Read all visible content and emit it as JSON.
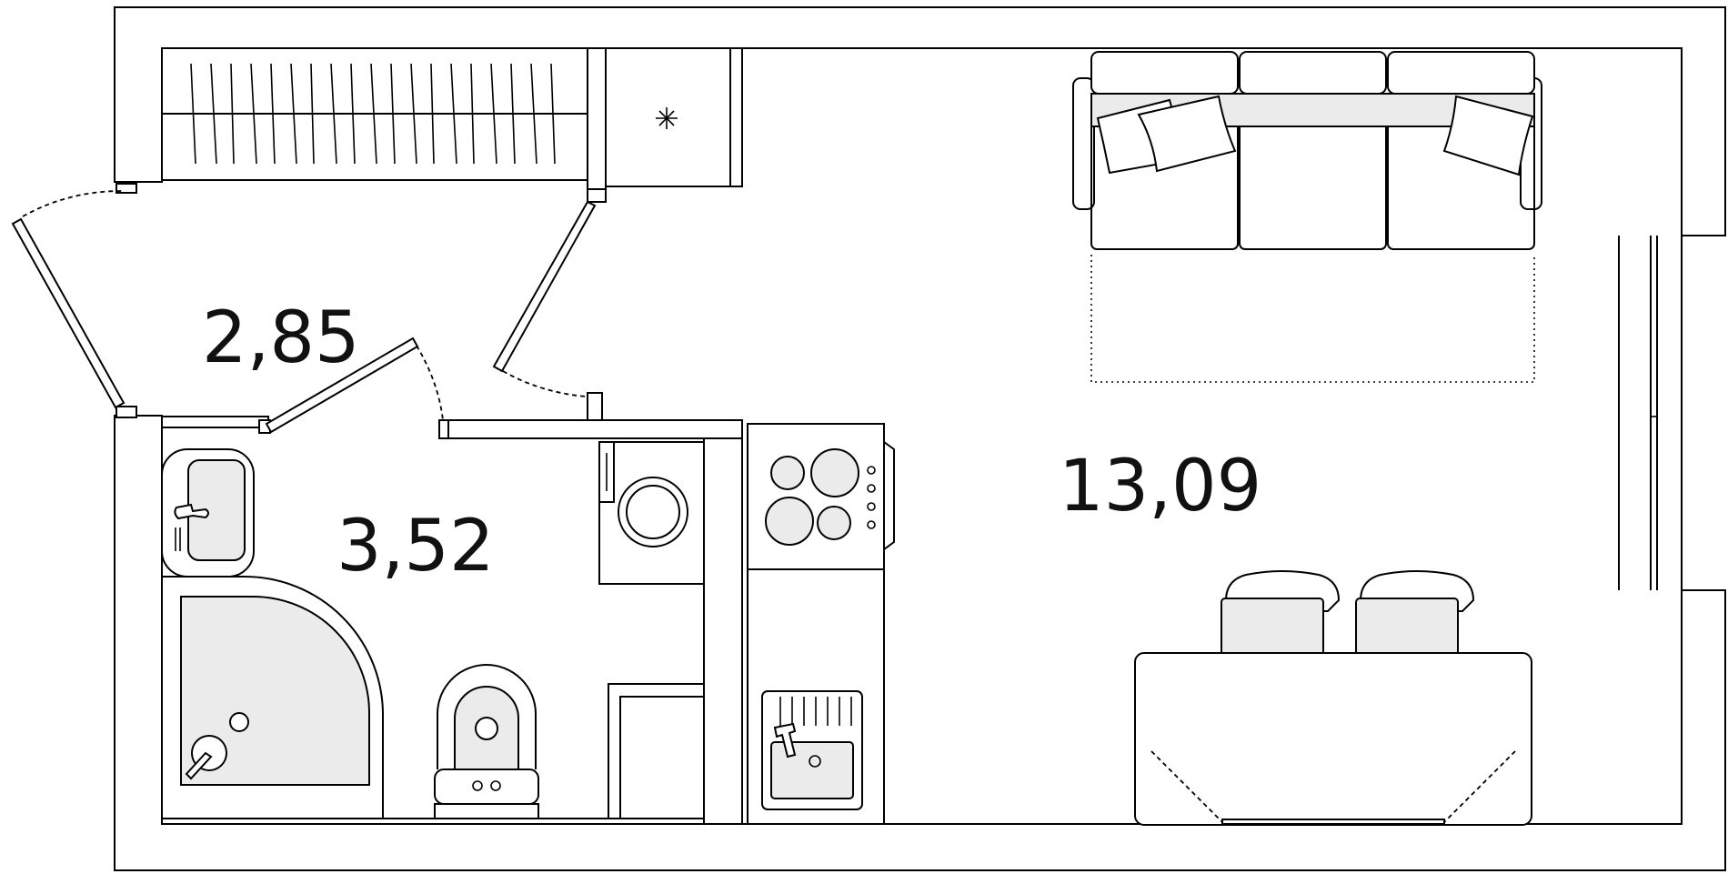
{
  "floor_plan": {
    "rooms": [
      {
        "id": "hall",
        "area": "2,85"
      },
      {
        "id": "bathroom",
        "area": "3,52"
      },
      {
        "id": "living",
        "area": "13,09"
      }
    ]
  },
  "colors": {
    "wall": "#ffffff",
    "line": "#000000",
    "fixture_fill": "#ebebeb"
  }
}
